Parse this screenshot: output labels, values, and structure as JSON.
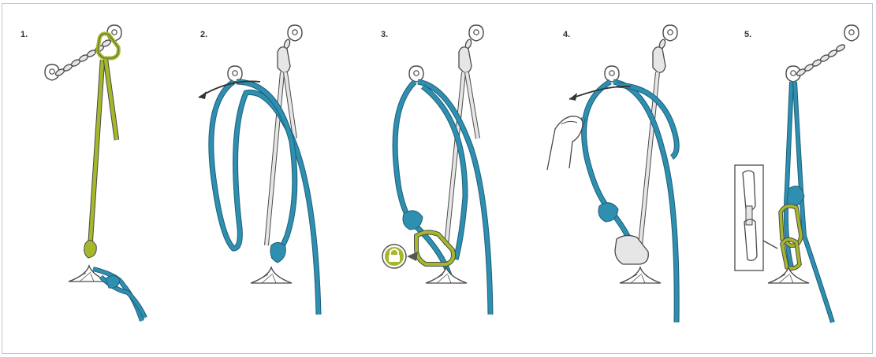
{
  "steps": [
    {
      "number": "1."
    },
    {
      "number": "2."
    },
    {
      "number": "3."
    },
    {
      "number": "4."
    },
    {
      "number": "5."
    }
  ],
  "colors": {
    "rope_blue": "#2e8fb0",
    "sling_green": "#a6b82a",
    "metal": "#e6e6e6",
    "outline": "#4a4a4a",
    "frame": "#b9c8d6"
  },
  "icons": [
    "lock-icon",
    "arrow-icon",
    "hand-icon",
    "quickdraw-icon"
  ]
}
